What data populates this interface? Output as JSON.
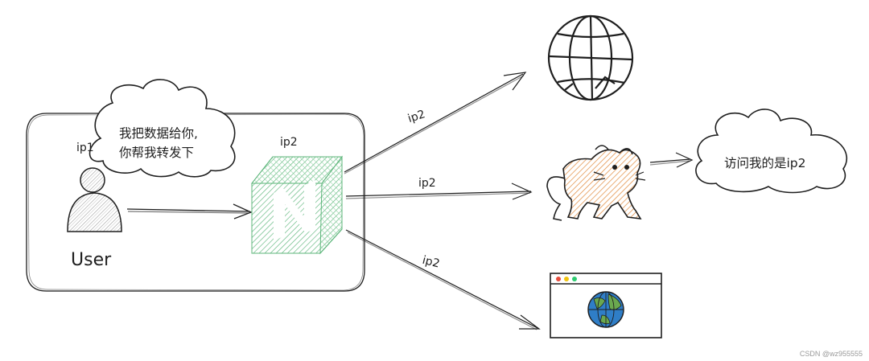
{
  "labels": {
    "ip1": "ip1",
    "ip2_nginx": "ip2",
    "ip2_arrow_top": "ip2",
    "ip2_arrow_mid": "ip2",
    "ip2_arrow_bottom": "ip2",
    "user": "User"
  },
  "bubbles": {
    "user_line1": "我把数据给你,",
    "user_line2": "你帮我转发下",
    "tomcat_text": "访问我的是ip2"
  },
  "icons": {
    "user": "user-icon",
    "proxy": "nginx-cube-icon",
    "web": "globe-icon",
    "server": "tomcat-icon",
    "browser": "browser-window-icon"
  },
  "colors": {
    "stroke": "#1e1e1e",
    "nginx_green": "#5cb57a",
    "tomcat_orange": "#e0893a",
    "globe_blue": "#2f7ec7",
    "globe_green": "#6aa84f",
    "browser_red": "#e74c3c",
    "browser_yellow": "#f1c40f",
    "browser_green": "#2ecc71"
  },
  "watermark": "CSDN @wz955555"
}
